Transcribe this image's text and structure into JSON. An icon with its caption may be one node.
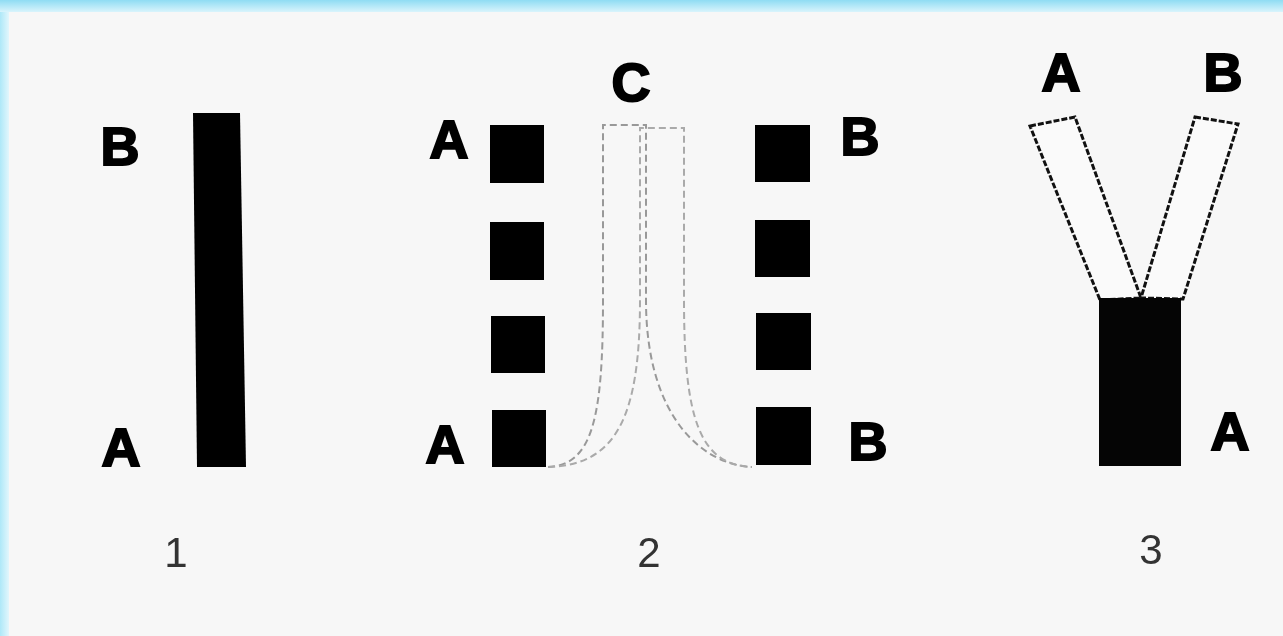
{
  "diagram": {
    "labels": [
      "B",
      "A",
      "1",
      "C",
      "A",
      "B",
      "A",
      "B",
      "2",
      "A",
      "B",
      "A",
      "3"
    ]
  }
}
